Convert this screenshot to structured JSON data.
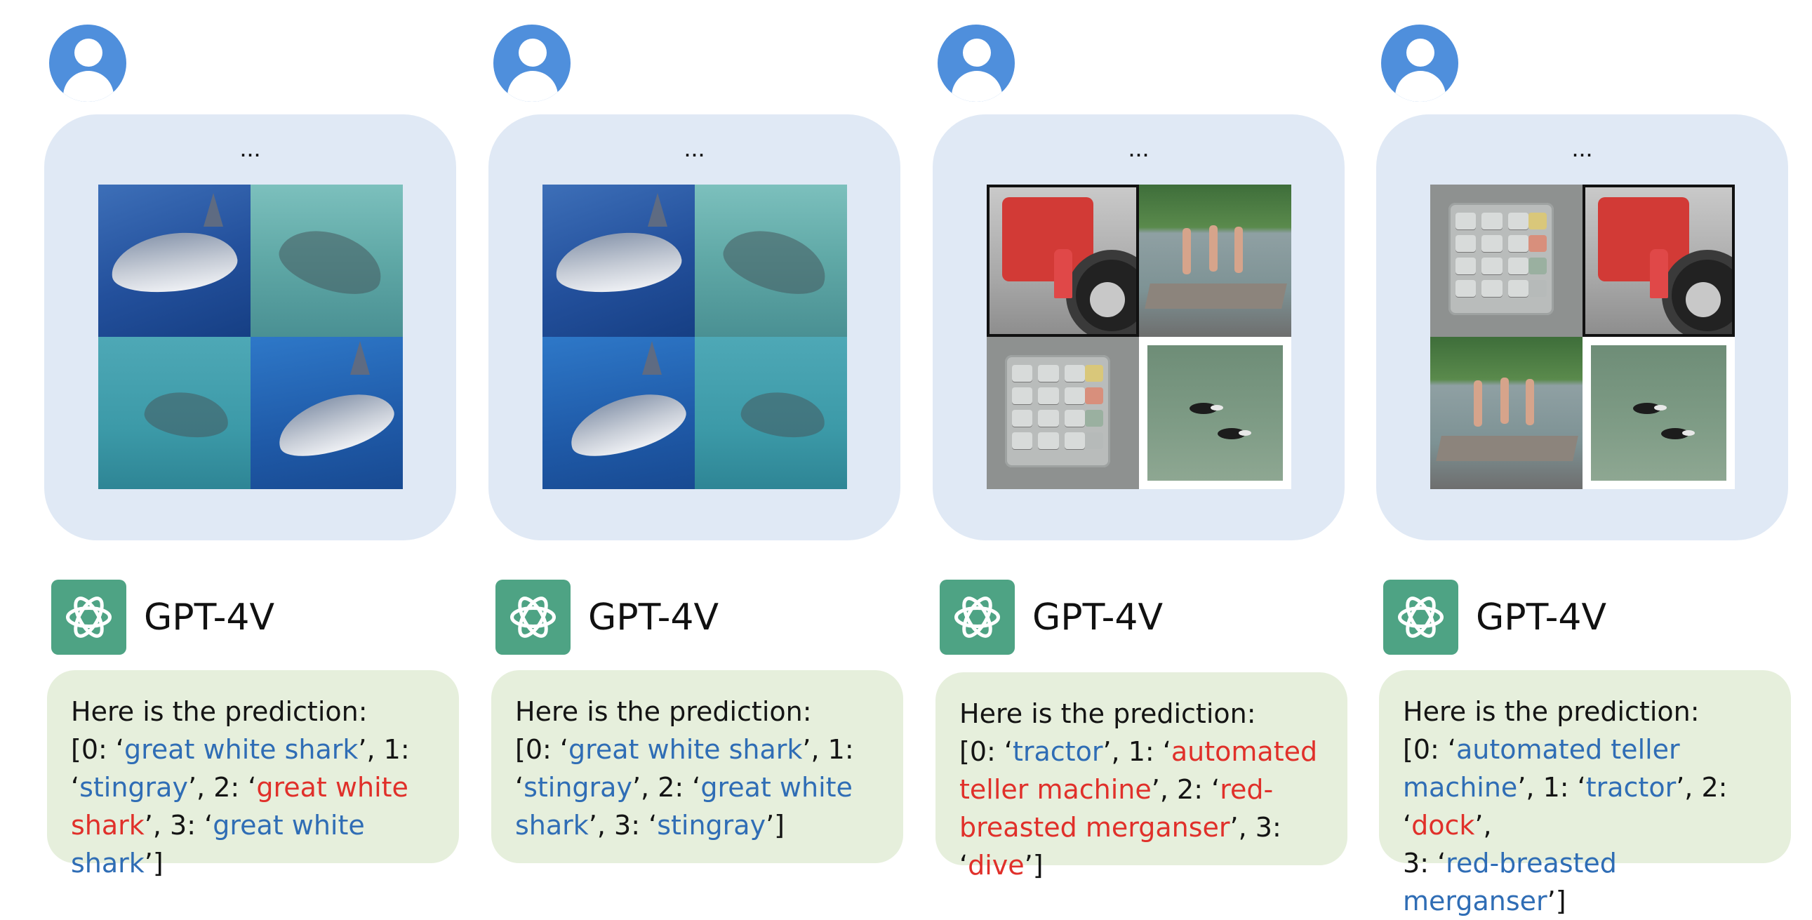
{
  "panels": [
    {
      "ellipsis": "...",
      "model": "GPT-4V",
      "intro": "Here is the prediction:",
      "preds": [
        {
          "idx": "0",
          "label": "great white shark",
          "correct": true
        },
        {
          "idx": "1",
          "label": "stingray",
          "correct": true
        },
        {
          "idx": "2",
          "label": "great white shark",
          "correct": false
        },
        {
          "idx": "3",
          "label": "great white shark",
          "correct": true
        }
      ]
    },
    {
      "ellipsis": "...",
      "model": "GPT-4V",
      "intro": "Here is the prediction:",
      "preds": [
        {
          "idx": "0",
          "label": "great white shark",
          "correct": true
        },
        {
          "idx": "1",
          "label": "stingray",
          "correct": true
        },
        {
          "idx": "2",
          "label": "great white shark",
          "correct": true
        },
        {
          "idx": "3",
          "label": "stingray",
          "correct": true
        }
      ]
    },
    {
      "ellipsis": "...",
      "model": "GPT-4V",
      "intro": "Here is the prediction:",
      "preds": [
        {
          "idx": "0",
          "label": "tractor",
          "correct": true
        },
        {
          "idx": "1",
          "label": "automated teller machine",
          "correct": false
        },
        {
          "idx": "2",
          "label": "red-breasted merganser",
          "correct": false
        },
        {
          "idx": "3",
          "label": "dive",
          "correct": false
        }
      ]
    },
    {
      "ellipsis": "...",
      "model": "GPT-4V",
      "intro": "Here is the prediction:",
      "preds": [
        {
          "idx": "0",
          "label": "automated teller machine",
          "correct": true
        },
        {
          "idx": "1",
          "label": "tractor",
          "correct": true
        },
        {
          "idx": "2",
          "label": "dock",
          "correct": false
        },
        {
          "idx": "3",
          "label": "red-breasted merganser",
          "correct": true
        }
      ]
    }
  ],
  "colors": {
    "avatar": "#4f8fdc",
    "image_bubble": "#e0e9f5",
    "answer_bubble": "#e6efdc",
    "gpt_logo": "#4ea384",
    "correct": "#2f6db5",
    "incorrect": "#e0302a"
  },
  "icons": {
    "user": "user-avatar-icon",
    "model": "openai-logo-icon"
  }
}
